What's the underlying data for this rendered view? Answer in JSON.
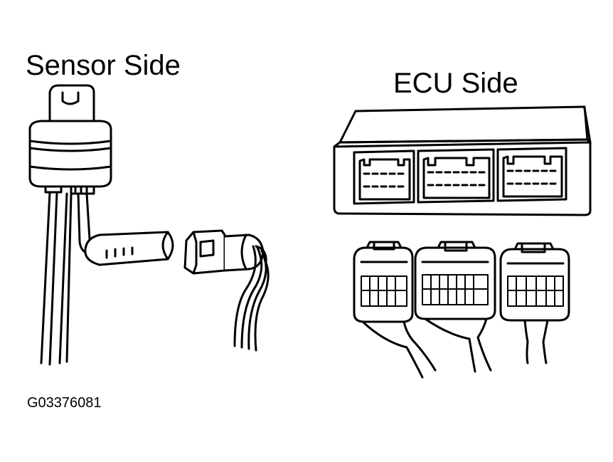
{
  "labels": {
    "sensor_side": "Sensor Side",
    "ecu_side": "ECU Side",
    "figure_id": "G03376081"
  },
  "colors": {
    "ink": "#000000",
    "paper": "#ffffff"
  }
}
